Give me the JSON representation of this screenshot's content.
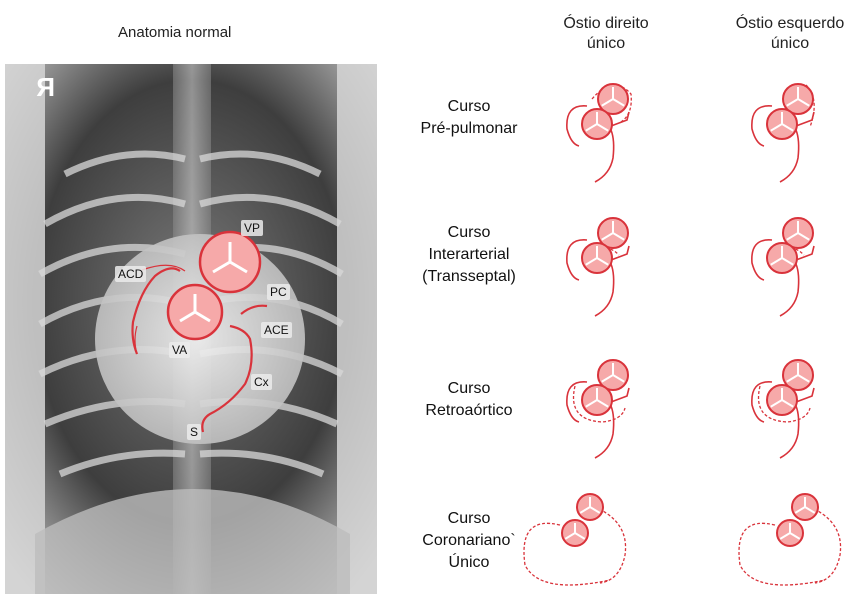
{
  "left_panel": {
    "title": "Anatomia normal",
    "labels": {
      "vp": "VP",
      "acd": "ACD",
      "pc": "PC",
      "ace": "ACE",
      "va": "VA",
      "cx": "Cx",
      "s": "S"
    }
  },
  "columns": [
    {
      "line1": "Óstio direito",
      "line2": "único"
    },
    {
      "line1": "Óstio esquerdo",
      "line2": "único"
    }
  ],
  "rows": [
    {
      "lines": [
        "Curso",
        "Pré-pulmonar"
      ]
    },
    {
      "lines": [
        "Curso",
        "Interarterial",
        "(Transseptal)"
      ]
    },
    {
      "lines": [
        "Curso",
        "Retroaórtico"
      ]
    },
    {
      "lines": [
        "Curso",
        "Coronariano`",
        "Único"
      ]
    }
  ],
  "colors": {
    "vessel": "#d9333b",
    "fill": "#f6a9a9",
    "xray_dark": "#3a3a3a",
    "xray_light": "#e6e6e6"
  }
}
